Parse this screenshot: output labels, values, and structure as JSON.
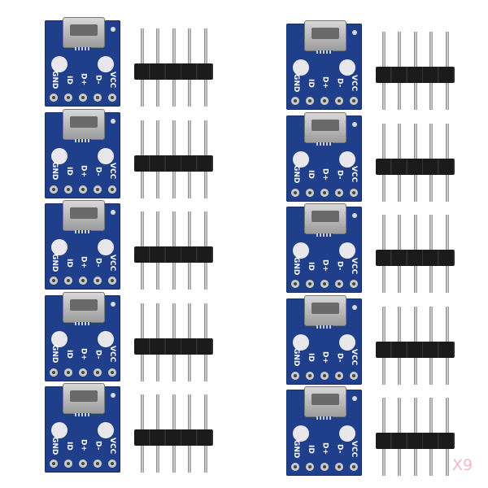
{
  "product": {
    "board_labels": [
      "GND",
      "ID",
      "D+",
      "D-",
      "VCC"
    ],
    "board_count": 10,
    "pins_per_header": 5,
    "colors": {
      "pcb": "#1f3f8a",
      "header": "#1b1b1b",
      "count_label": "#f2b8c6"
    }
  },
  "count_label": "X9"
}
